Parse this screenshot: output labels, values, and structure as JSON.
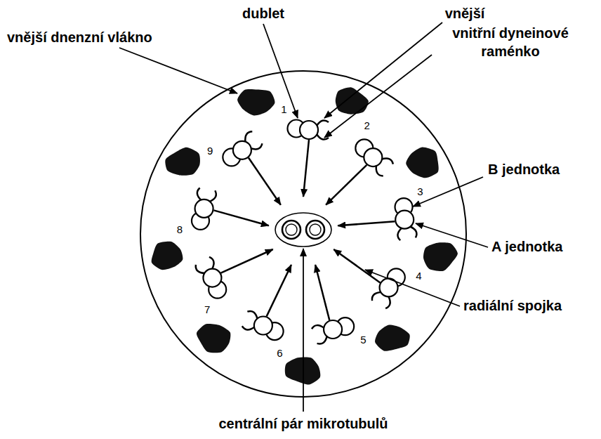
{
  "diagram": {
    "labels": [
      "vnější dnenzní vlákno",
      "dublet",
      "vnější",
      "vnitřní dyneinové raménko",
      "B jednotka",
      "A jednotka",
      "radiální spojka",
      "centrální pár mikrotubulů",
      "1",
      "2",
      "3",
      "4",
      "5",
      "6",
      "7",
      "8",
      "9"
    ]
  }
}
